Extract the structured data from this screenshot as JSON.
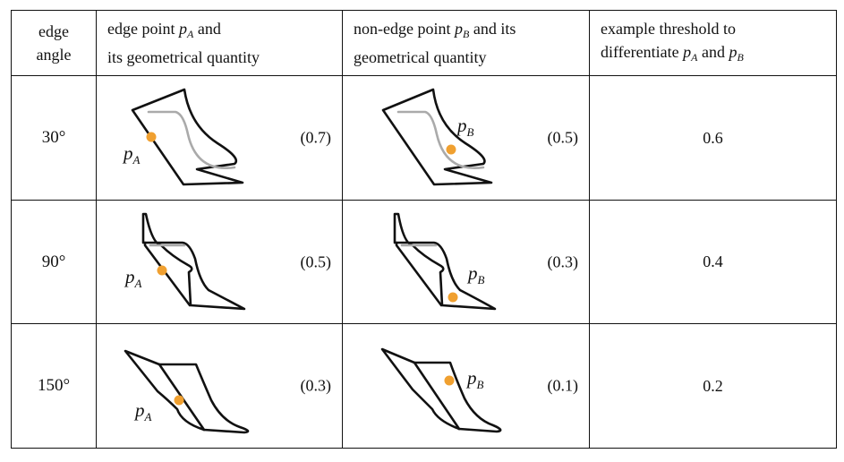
{
  "header": {
    "col1_line1": "edge",
    "col1_line2": "angle",
    "col2_line1_pre": "edge point ",
    "col2_var": "p",
    "col2_sub": "A",
    "col2_line1_post": " and",
    "col2_line2": "its geometrical quantity",
    "col3_line1_pre": "non-edge point ",
    "col3_var": "p",
    "col3_sub": "B",
    "col3_line1_post": " and its",
    "col3_line2": "geometrical quantity",
    "col4_line1": "example threshold to",
    "col4_line2_pre": "differentiate ",
    "col4_var_a": "p",
    "col4_sub_a": "A",
    "col4_and": " and ",
    "col4_var_b": "p",
    "col4_sub_b": "B"
  },
  "rows": [
    {
      "angle": "30°",
      "edge_qty": "(0.7)",
      "nonedge_qty": "(0.5)",
      "threshold": "0.6"
    },
    {
      "angle": "90°",
      "edge_qty": "(0.5)",
      "nonedge_qty": "(0.3)",
      "threshold": "0.4"
    },
    {
      "angle": "150°",
      "edge_qty": "(0.3)",
      "nonedge_qty": "(0.1)",
      "threshold": "0.2"
    }
  ],
  "point_labels": {
    "a_var": "p",
    "a_sub": "A",
    "b_var": "p",
    "b_sub": "B"
  },
  "colors": {
    "point": "#f0a030",
    "hidden_edge": "#aaaaaa",
    "line": "#111111"
  },
  "icons": {
    "shape": "folded-surface-icon",
    "point": "sample-point-dot"
  }
}
